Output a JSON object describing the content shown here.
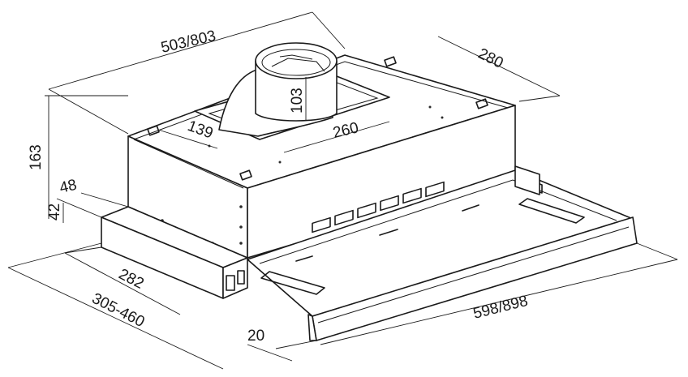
{
  "diagram": {
    "dimensions": {
      "width_range": "503/803",
      "depth": "280",
      "height": "163",
      "outlet_height": "103",
      "outlet_offset": "139",
      "outlet_distance": "260",
      "front_height": "48",
      "front_step": "42",
      "depth_body": "282",
      "depth_extended": "305-460",
      "front_width": "598/898",
      "front_thickness": "20"
    },
    "colors": {
      "line": "#1a1a1a",
      "background": "#ffffff"
    }
  }
}
